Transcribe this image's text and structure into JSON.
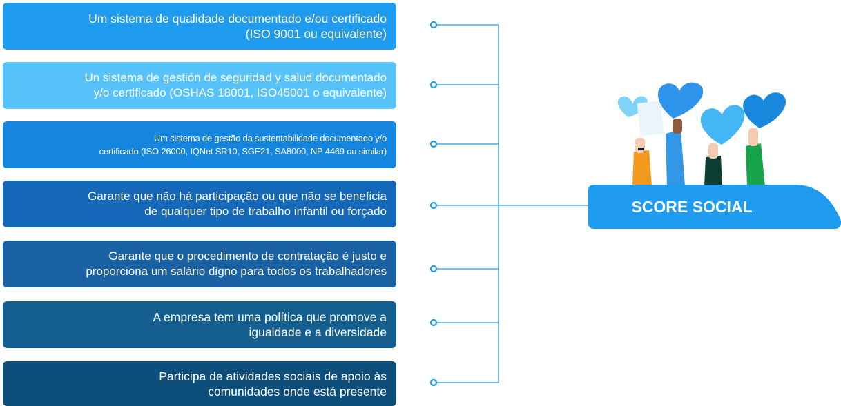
{
  "items": [
    {
      "text": "Um sistema de qualidade documentado e/ou certificado\n(ISO 9001 ou equivalente)"
    },
    {
      "text": "Un sistema de gestión de seguridad y salud documentado\ny/o certificado (OSHAS 18001, ISO45001 o equivalente)"
    },
    {
      "text": "Um sistema de gestão da sustentabilidade documentado y/o\ncertificado (ISO 26000, IQNet SR10, SGE21, SA8000, NP 4469 ou similar)"
    },
    {
      "text": "Garante que não há participação ou que não se beneficia\nde qualquer tipo de trabalho infantil ou forçado"
    },
    {
      "text": "Garante que o procedimento de contratação é justo e\nproporciona um salário digno para todos os trabalhadores"
    },
    {
      "text": "A empresa tem uma política que promove a\nigualdade e a diversidade"
    },
    {
      "text": "Participa de atividades sociais de apoio às\ncomunidades onde está presente"
    }
  ],
  "score": {
    "label": "SCORE SOCIAL"
  },
  "colors": {
    "connector": "#1f9bf0",
    "banner": "#1f9bf0",
    "boxes": [
      "#1f9bf0",
      "#58c3fb",
      "#1685de",
      "#1668b8",
      "#1a62a4",
      "#145f8f",
      "#0e4e7b"
    ]
  },
  "illustration": {
    "icon": "hands-holding-hearts-icon"
  }
}
